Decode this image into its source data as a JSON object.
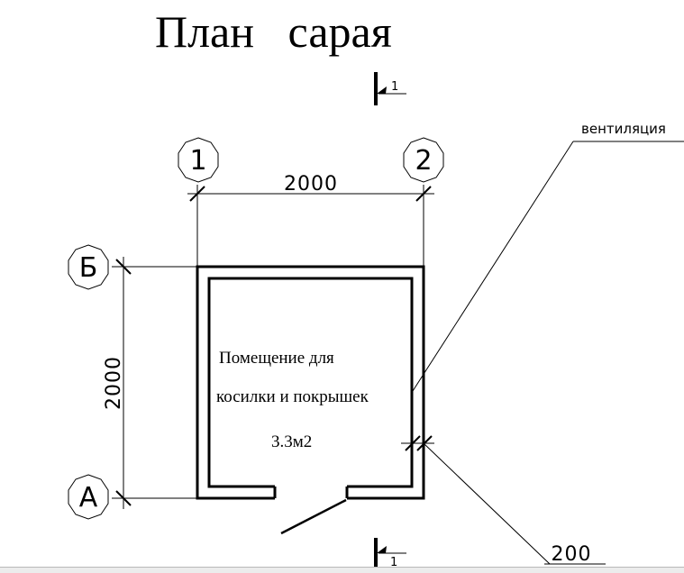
{
  "title": "План   сарая",
  "section_marks": {
    "top": "1",
    "bottom": "1"
  },
  "axes": {
    "col_1": "1",
    "col_2": "2",
    "row_b": "Б",
    "row_a": "А"
  },
  "dimensions": {
    "horizontal": "2000",
    "vertical": "2000",
    "wall": "200"
  },
  "leaders": {
    "ventilation": "вентиляция"
  },
  "room": {
    "name_line1": "Помещение для",
    "name_line2": "косилки и покрышек",
    "area": "3.3м2"
  }
}
